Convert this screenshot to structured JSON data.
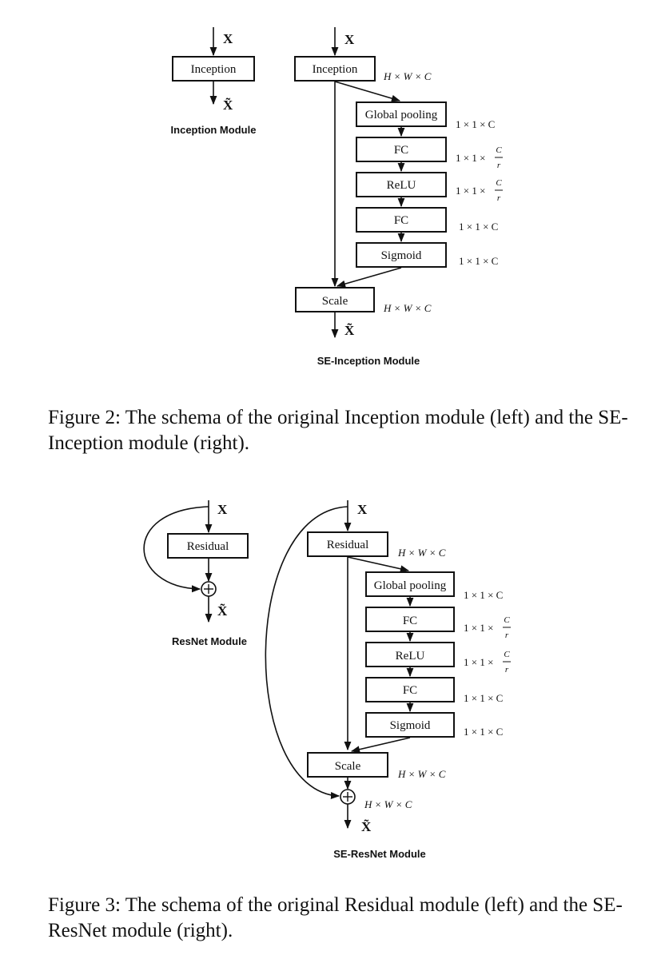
{
  "figure2": {
    "left": {
      "input": "X",
      "block": "Inception",
      "output": "X̃",
      "title": "Inception Module"
    },
    "right": {
      "input": "X",
      "blocks": [
        "Inception",
        "Global pooling",
        "FC",
        "ReLU",
        "FC",
        "Sigmoid",
        "Scale"
      ],
      "output": "X̃",
      "title": "SE-Inception Module"
    },
    "caption": "Figure 2: The schema of the original Inception module (left) and the SE-Inception module (right)."
  },
  "figure3": {
    "left": {
      "input": "X",
      "block": "Residual",
      "output": "X̃",
      "title": "ResNet Module"
    },
    "right": {
      "input": "X",
      "blocks": [
        "Residual",
        "Global pooling",
        "FC",
        "ReLU",
        "FC",
        "Sigmoid",
        "Scale"
      ],
      "output": "X̃",
      "title": "SE-ResNet Module"
    },
    "caption": "Figure 3: The schema of the original Residual module (left) and the SE-ResNet module (right)."
  },
  "dims": {
    "hwc": "H × W × C",
    "c11": "1 × 1 × C",
    "c11r_prefix": "1 × 1 ×",
    "frac_num": "C",
    "frac_den": "r"
  }
}
